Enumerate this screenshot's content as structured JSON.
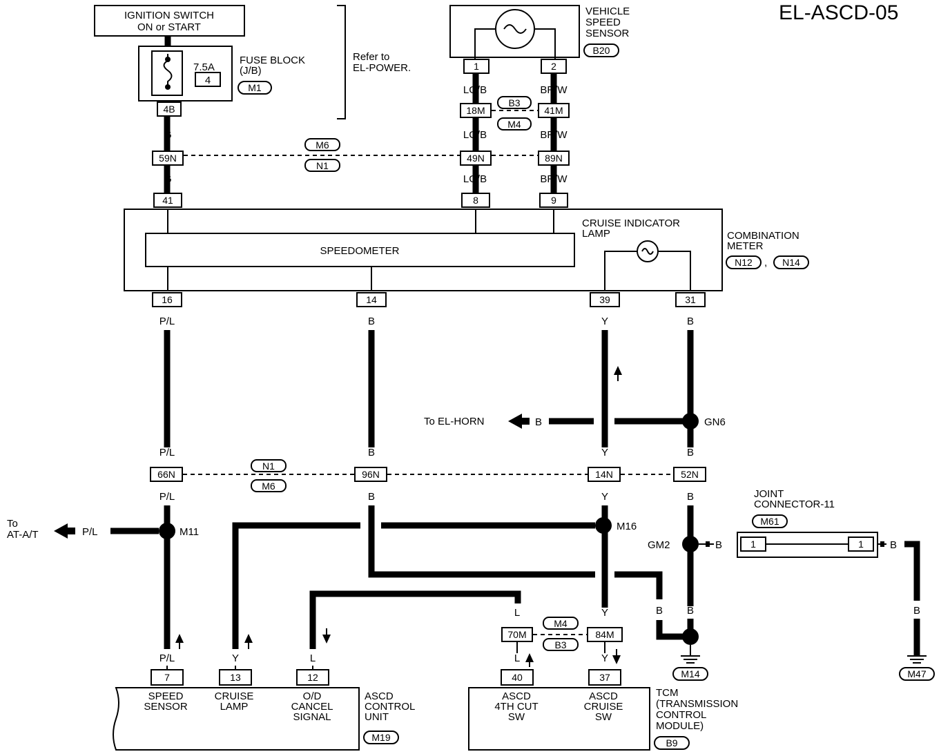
{
  "title": "EL-ASCD-05",
  "top": {
    "ignition_l1": "IGNITION SWITCH",
    "ignition_l2": "ON or START",
    "fuse_rating": "7.5A",
    "fuse_no": "4",
    "fuse_l1": "FUSE BLOCK",
    "fuse_l2": "(J/B)",
    "fuse_conn": "M1",
    "fuse_pin": "4B",
    "refer_l1": "Refer to",
    "refer_l2": "EL-POWER.",
    "vss_l1": "VEHICLE",
    "vss_l2": "SPEED",
    "vss_l3": "SENSOR",
    "vss_conn": "B20",
    "vss_pin1": "1",
    "vss_pin2": "2"
  },
  "wires": {
    "g": "G",
    "lgb": "LG/B",
    "brw": "BR/W",
    "pl": "P/L",
    "b": "B",
    "y": "Y",
    "l": "L"
  },
  "connectors": {
    "c18m": "18M",
    "c41m": "41M",
    "b3": "B3",
    "m4": "M4",
    "c59n": "59N",
    "c49n": "49N",
    "c89n": "89N",
    "m6": "M6",
    "n1": "N1",
    "c66n": "66N",
    "c96n": "96N",
    "c14n": "14N",
    "c52n": "52N",
    "c70m": "70M",
    "c84m": "84M"
  },
  "meter": {
    "pin41": "41",
    "pin8": "8",
    "pin9": "9",
    "pin16": "16",
    "pin14": "14",
    "pin39": "39",
    "pin31": "31",
    "speedometer": "SPEEDOMETER",
    "cruise_l1": "CRUISE INDICATOR",
    "cruise_l2": "LAMP",
    "combo_l1": "COMBINATION",
    "combo_l2": "METER",
    "conn_n12": "N12",
    "comma": ",",
    "conn_n14": "N14"
  },
  "middle": {
    "to_horn": "To EL-HORN",
    "gn6": "GN6",
    "to_at": "To",
    "to_at2": "AT-A/T",
    "m11": "M11",
    "m16": "M16",
    "gm2": "GM2",
    "joint_l1": "JOINT",
    "joint_l2": "CONNECTOR-11",
    "joint_conn": "M61",
    "joint_pin_l": "1",
    "joint_pin_r": "1",
    "m14": "M14",
    "m47": "M47"
  },
  "ascd": {
    "pin7": "7",
    "pin13": "13",
    "pin12": "12",
    "speed_l1": "SPEED",
    "speed_l2": "SENSOR",
    "lamp_l1": "CRUISE",
    "lamp_l2": "LAMP",
    "od_l1": "O/D",
    "od_l2": "CANCEL",
    "od_l3": "SIGNAL",
    "unit_l1": "ASCD",
    "unit_l2": "CONTROL",
    "unit_l3": "UNIT",
    "conn": "M19"
  },
  "tcm": {
    "pin40": "40",
    "pin37": "37",
    "cut_l1": "ASCD",
    "cut_l2": "4TH CUT",
    "cut_l3": "SW",
    "cruise_l1": "ASCD",
    "cruise_l2": "CRUISE",
    "cruise_l3": "SW",
    "tcm_l1": "TCM",
    "tcm_l2": "(TRANSMISSION",
    "tcm_l3": "CONTROL",
    "tcm_l4": "MODULE)",
    "conn": "B9"
  }
}
